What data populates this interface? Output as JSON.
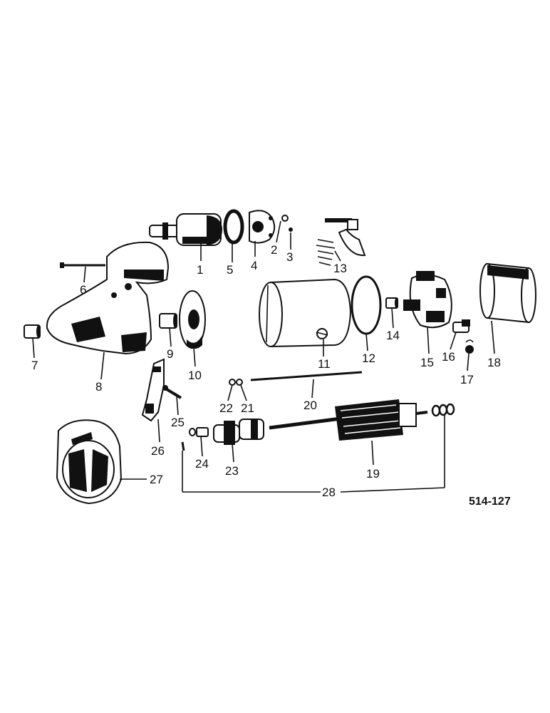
{
  "diagram": {
    "reference": "514-127",
    "parts": [
      {
        "id": "part-1",
        "label": "1"
      },
      {
        "id": "part-2",
        "label": "2"
      },
      {
        "id": "part-3",
        "label": "3"
      },
      {
        "id": "part-4",
        "label": "4"
      },
      {
        "id": "part-5",
        "label": "5"
      },
      {
        "id": "part-6",
        "label": "6"
      },
      {
        "id": "part-7",
        "label": "7"
      },
      {
        "id": "part-8",
        "label": "8"
      },
      {
        "id": "part-9",
        "label": "9"
      },
      {
        "id": "part-10",
        "label": "10"
      },
      {
        "id": "part-11",
        "label": "11"
      },
      {
        "id": "part-12",
        "label": "12"
      },
      {
        "id": "part-13",
        "label": "13"
      },
      {
        "id": "part-14",
        "label": "14"
      },
      {
        "id": "part-15",
        "label": "15"
      },
      {
        "id": "part-16",
        "label": "16"
      },
      {
        "id": "part-17",
        "label": "17"
      },
      {
        "id": "part-18",
        "label": "18"
      },
      {
        "id": "part-19",
        "label": "19"
      },
      {
        "id": "part-20",
        "label": "20"
      },
      {
        "id": "part-21",
        "label": "21"
      },
      {
        "id": "part-22",
        "label": "22"
      },
      {
        "id": "part-23",
        "label": "23"
      },
      {
        "id": "part-24",
        "label": "24"
      },
      {
        "id": "part-25",
        "label": "25"
      },
      {
        "id": "part-26",
        "label": "26"
      },
      {
        "id": "part-27",
        "label": "27"
      },
      {
        "id": "part-28",
        "label": "28"
      }
    ]
  }
}
